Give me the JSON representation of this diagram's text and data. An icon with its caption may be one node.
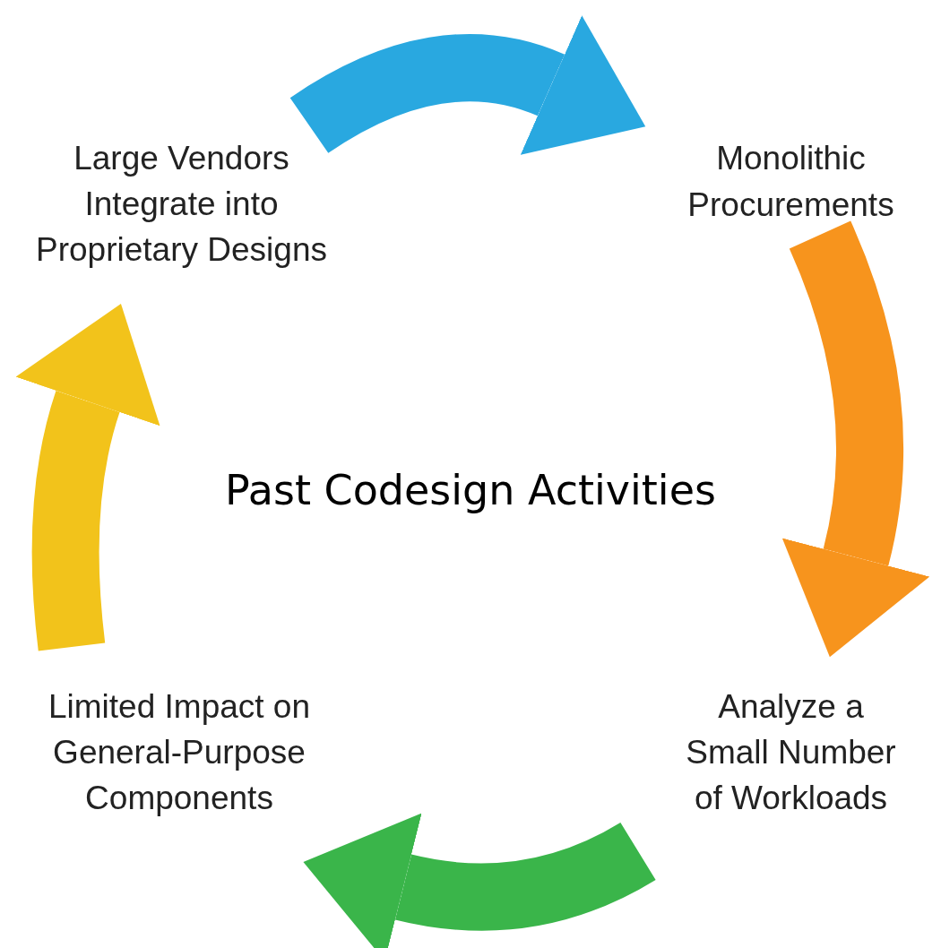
{
  "diagram": {
    "title": "Past Codesign Activities",
    "nodes": [
      {
        "text": [
          "Large Vendors Integrate into Proprietary Designs"
        ]
      },
      {
        "text": [
          "Monolithic Procurements"
        ]
      },
      {
        "text": [
          "Analyze a Small Number of Workloads"
        ]
      },
      {
        "text": [
          "Limited Impact on General-Purpose Components"
        ]
      }
    ],
    "edges": [
      {
        "from": 0,
        "to": 1,
        "arrow": "to",
        "color": "#29a8e0"
      },
      {
        "from": 1,
        "to": 2,
        "arrow": "to",
        "color": "#f7941d"
      },
      {
        "from": 2,
        "to": 3,
        "arrow": "to",
        "color": "#3ab54a"
      },
      {
        "from": 3,
        "to": 0,
        "arrow": "to",
        "color": "#f2c31b"
      }
    ]
  }
}
